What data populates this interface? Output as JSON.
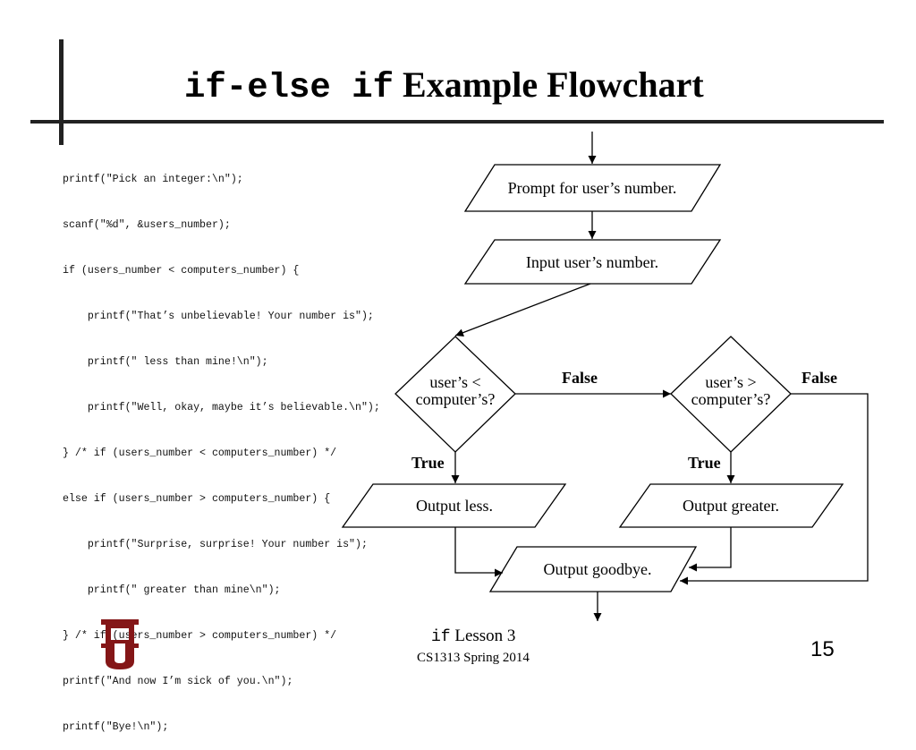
{
  "slide": {
    "title_code": "if-else if",
    "title_text": "Example Flowchart",
    "page_number": "15",
    "footer": {
      "keyword": "if",
      "lesson": "Lesson 3",
      "course": "CS1313 Spring 2014"
    }
  },
  "code_lines": [
    "printf(\"Pick an integer:\\n\");",
    "scanf(\"%d\", &users_number);",
    "if (users_number < computers_number) {",
    "    printf(\"That’s unbelievable! Your number is\");",
    "    printf(\" less than mine!\\n\");",
    "    printf(\"Well, okay, maybe it’s believable.\\n\");",
    "} /* if (users_number < computers_number) */",
    "else if (users_number > computers_number) {",
    "    printf(\"Surprise, surprise! Your number is\");",
    "    printf(\" greater than mine\\n\");",
    "} /* if (users_number > computers_number) */",
    "printf(\"And now I’m sick of you.\\n\");",
    "printf(\"Bye!\\n\");"
  ],
  "flowchart": {
    "prompt": "Prompt for user’s number.",
    "input": "Input user’s number.",
    "decision1_line1": "user’s <",
    "decision1_line2": "computer’s?",
    "decision2_line1": "user’s >",
    "decision2_line2": "computer’s?",
    "false_label_1": "False",
    "false_label_2": "False",
    "true_label_1": "True",
    "true_label_2": "True",
    "output_less": "Output less.",
    "output_greater": "Output greater.",
    "output_goodbye": "Output goodbye."
  },
  "colors": {
    "logo_crimson": "#841617",
    "rule": "#222222"
  }
}
